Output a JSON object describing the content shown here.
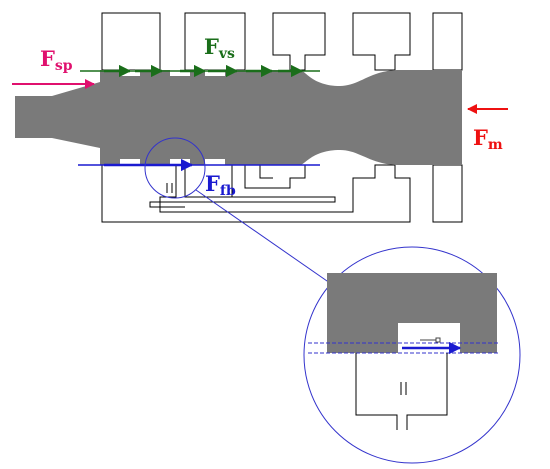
{
  "colors": {
    "body": "#7a7a7a",
    "outline": "#000000",
    "spool_force": "#e0106e",
    "viscous_force": "#1a6e1a",
    "flow_force": "#1a1ad0",
    "magnet_force": "#ee1111",
    "zoom_circle": "#3333cc"
  },
  "labels": {
    "spool_force": {
      "symbol": "F",
      "subscript": "sp"
    },
    "viscous_force": {
      "symbol": "F",
      "subscript": "vs"
    },
    "flow_force": {
      "symbol": "F",
      "subscript": "fb"
    },
    "magnet_force": {
      "symbol": "F",
      "subscript": "m"
    }
  }
}
